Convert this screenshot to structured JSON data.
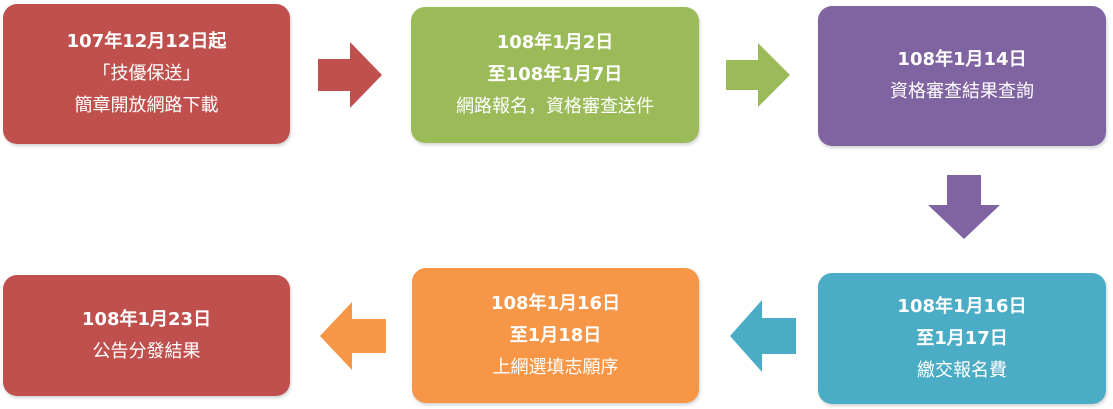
{
  "steps": [
    {
      "lines": [
        "107年12月12日起",
        "「技優保送」",
        "簡章開放網路下載"
      ],
      "color": "#c0504d"
    },
    {
      "lines": [
        "108年1月2日",
        "至108年1月7日",
        "網路報名，資格審查送件"
      ],
      "color": "#9bbb59"
    },
    {
      "lines": [
        "108年1月14日",
        "資格審查結果查詢"
      ],
      "color": "#8064a2"
    },
    {
      "lines": [
        "108年1月16日",
        "至1月17日",
        "繳交報名費"
      ],
      "color": "#4bacc6"
    },
    {
      "lines": [
        "108年1月16日",
        "至1月18日",
        "上網選填志願序"
      ],
      "color": "#f79646"
    },
    {
      "lines": [
        "108年1月23日",
        "公告分發結果"
      ],
      "color": "#c0504d"
    }
  ],
  "arrow_colors": {
    "step1_to_step2": "#c0504d",
    "step2_to_step3": "#9bbb59",
    "step3_to_step4": "#8064a2",
    "step4_to_step5": "#4bacc6",
    "step5_to_step6": "#f79646"
  }
}
